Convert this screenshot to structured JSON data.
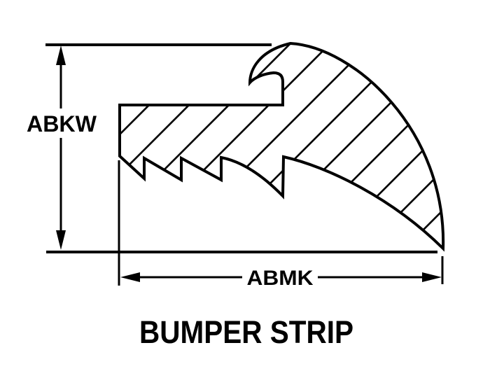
{
  "diagram": {
    "title": "BUMPER STRIP",
    "dimensions": {
      "height_label": "ABKW",
      "width_label": "ABMK"
    },
    "colors": {
      "line": "#000000",
      "background": "#ffffff"
    }
  }
}
